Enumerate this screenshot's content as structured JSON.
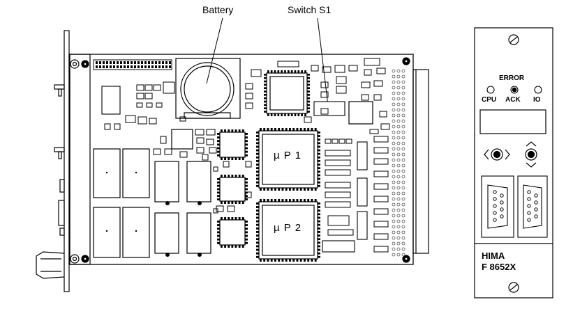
{
  "labels": {
    "battery": "Battery",
    "switch": "Switch S1",
    "cpu1": "µ P 1",
    "cpu2": "µ P 2"
  },
  "front_panel": {
    "error": "ERROR",
    "cpu": "CPU",
    "ack": "ACK",
    "io": "IO",
    "brand": "HIMA",
    "model": "F 8652X"
  },
  "colors": {
    "line": "#000000",
    "pad": "#555555",
    "background": "#ffffff"
  }
}
